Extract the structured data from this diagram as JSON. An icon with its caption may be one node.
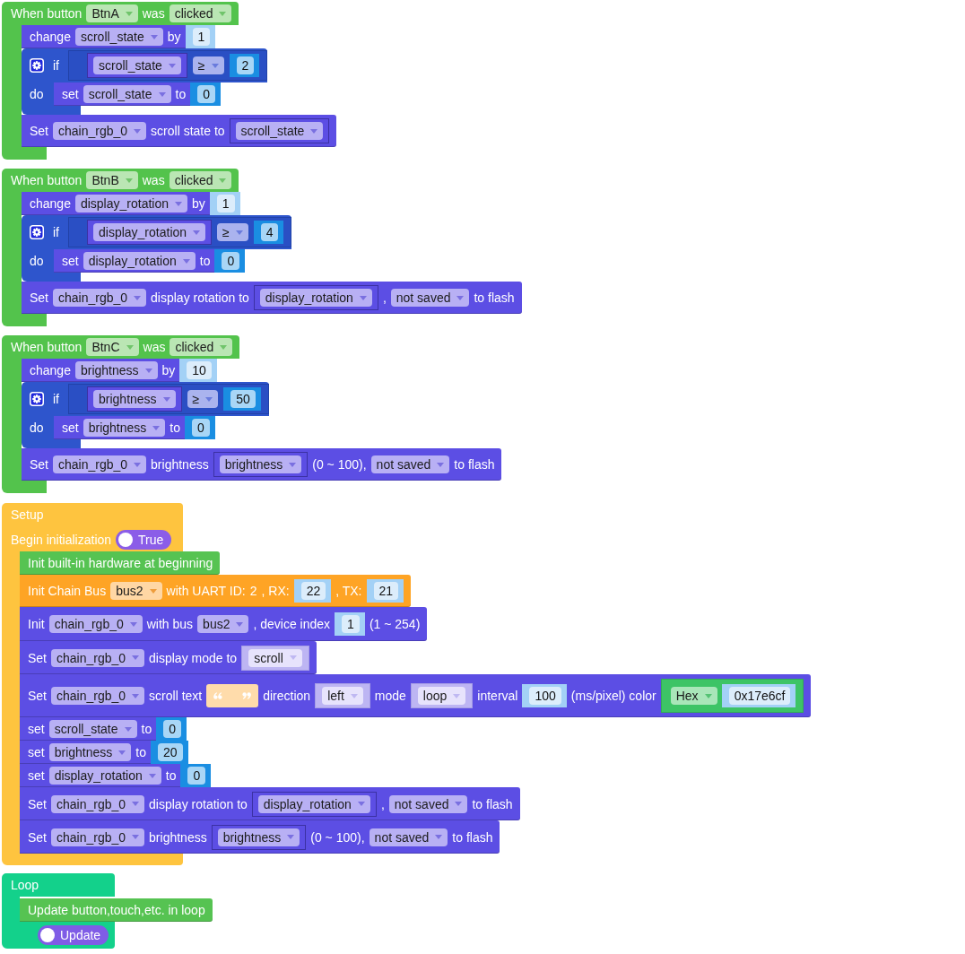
{
  "diagram": {
    "nodes": [
      {
        "text": [
          "When button",
          "BtnA",
          "was",
          "clicked"
        ]
      },
      {
        "text": [
          "change",
          "scroll_state",
          "by"
        ],
        "in": 0
      },
      {
        "text": [
          "1"
        ],
        "in": 1
      },
      {
        "text": [
          "if",
          "do"
        ],
        "in": 0
      },
      {
        "text": [
          "≥"
        ],
        "in": 3
      },
      {
        "text": [
          "scroll_state"
        ],
        "in": 4
      },
      {
        "text": [
          "2"
        ],
        "in": 4
      },
      {
        "text": [
          "set",
          "scroll_state",
          "to"
        ],
        "in": 3
      },
      {
        "text": [
          "0"
        ],
        "in": 7
      },
      {
        "text": [
          "Set",
          "chain_rgb_0",
          "scroll state to"
        ]
      },
      {
        "text": [
          "scroll_state"
        ],
        "in": 9
      },
      {
        "text": [
          "When button",
          "BtnB",
          "was",
          "clicked"
        ]
      },
      {
        "text": [
          "change",
          "display_rotation",
          "by"
        ],
        "in": 11
      },
      {
        "text": [
          "1"
        ],
        "in": 12
      },
      {
        "text": [
          "if",
          "do"
        ]
      },
      {
        "text": [
          "≥"
        ],
        "in": 14
      },
      {
        "text": [
          "display_rotation"
        ]
      },
      {
        "text": [
          "4"
        ],
        "in": 15
      },
      {
        "text": [
          "set",
          "display_rotation",
          "to"
        ],
        "in": 14
      },
      {
        "text": [
          "0"
        ],
        "in": 18
      },
      {
        "text": [
          "Set",
          "chain_rgb_0",
          "display rotation to",
          ",",
          "not saved",
          "to flash"
        ]
      },
      {
        "text": [
          "display_rotation"
        ],
        "in": 20
      },
      {
        "text": [
          "When button",
          "BtnC",
          "was",
          "clicked"
        ]
      },
      {
        "text": [
          "change",
          "brightness",
          "by"
        ],
        "in": 22
      },
      {
        "text": [
          "10"
        ],
        "in": 23
      },
      {
        "text": [
          "if",
          "do"
        ],
        "in": 22
      },
      {
        "text": [
          "≥"
        ],
        "in": 25
      },
      {
        "text": [
          "brightness"
        ],
        "in": 26
      },
      {
        "text": [
          "50"
        ],
        "in": 26
      },
      {
        "text": [
          "set",
          "brightness",
          "to"
        ],
        "in": 25
      },
      {
        "text": [
          "0"
        ],
        "in": 29
      },
      {
        "text": [
          "Set",
          "chain_rgb_0",
          "brightness",
          "(0 ~ 100),",
          "not saved",
          "to flash"
        ]
      },
      {
        "text": [
          "brightness"
        ],
        "in": 31
      },
      {
        "text": [
          "Setup",
          "Begin initialization",
          "True"
        ]
      },
      {
        "text": [
          "Init built-in hardware at beginning"
        ]
      },
      {
        "text": [
          "Init Chain Bus",
          "bus2",
          "with UART ID:",
          "2",
          ", RX:",
          ", TX:"
        ]
      },
      {
        "text": [
          "22"
        ],
        "in": 35
      },
      {
        "text": [
          "21"
        ],
        "in": 35
      },
      {
        "text": [
          "Init",
          "chain_rgb_0",
          "with bus",
          "bus2",
          ", device index",
          "(1 ~ 254)"
        ]
      },
      {
        "text": [
          "1"
        ],
        "in": 38
      },
      {
        "text": [
          "Set",
          "chain_rgb_0",
          "display mode to"
        ]
      },
      {
        "text": [
          "scroll"
        ],
        "in": 40
      },
      {
        "text": [
          "Set",
          "chain_rgb_0",
          "scroll text",
          "direction",
          "mode",
          "interval",
          "(ms/pixel) color"
        ]
      },
      {
        "text": [],
        "shape": "box",
        "in": 42
      },
      {
        "text": [
          "left"
        ],
        "in": 42
      },
      {
        "text": [
          "loop"
        ],
        "in": 42
      },
      {
        "text": [
          "100"
        ],
        "in": 42
      },
      {
        "text": [
          "Hex"
        ],
        "in": 42
      },
      {
        "text": [
          "0x17e6cf"
        ],
        "in": 47
      },
      {
        "text": [
          "set",
          "scroll_state",
          "to"
        ],
        "in": 33
      },
      {
        "text": [
          "0"
        ],
        "in": 49
      },
      {
        "text": [
          "set",
          "brightness",
          "to"
        ],
        "in": 33
      },
      {
        "text": [
          "20"
        ],
        "in": 51
      },
      {
        "text": [
          "set",
          "display_rotation",
          "to"
        ],
        "in": 33
      },
      {
        "text": [
          "0"
        ],
        "in": 53
      },
      {
        "text": [
          "Set",
          "chain_rgb_0",
          "display rotation to",
          ",",
          "not saved",
          "to flash"
        ]
      },
      {
        "text": [
          "display_rotation"
        ],
        "in": 55
      },
      {
        "text": [
          "Set",
          "chain_rgb_0",
          "brightness",
          "(0 ~ 100),",
          "not saved",
          "to flash"
        ]
      },
      {
        "text": [
          "brightness"
        ],
        "in": 57
      },
      {
        "text": [
          "Loop",
          "Update"
        ]
      },
      {
        "text": [
          "Update button,touch,etc. in loop"
        ]
      }
    ]
  }
}
